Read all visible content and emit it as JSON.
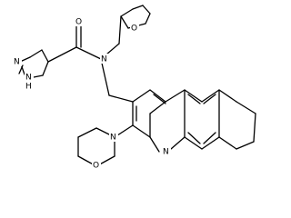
{
  "atoms": [
    {
      "name": "atom-label-o-carbonyl",
      "text": "O"
    },
    {
      "name": "atom-label-n-amide",
      "text": "N"
    },
    {
      "name": "atom-label-o-thf",
      "text": "O"
    },
    {
      "name": "atom-label-n-pyrazole",
      "text": "N"
    },
    {
      "name": "atom-label-nh-pyrazole",
      "text": "N"
    },
    {
      "name": "atom-label-h-pyrazole",
      "text": "H"
    },
    {
      "name": "atom-label-n-morpholine",
      "text": "N"
    },
    {
      "name": "atom-label-n-quinoline",
      "text": "N"
    },
    {
      "name": "atom-label-o-morpholine",
      "text": "O"
    }
  ]
}
